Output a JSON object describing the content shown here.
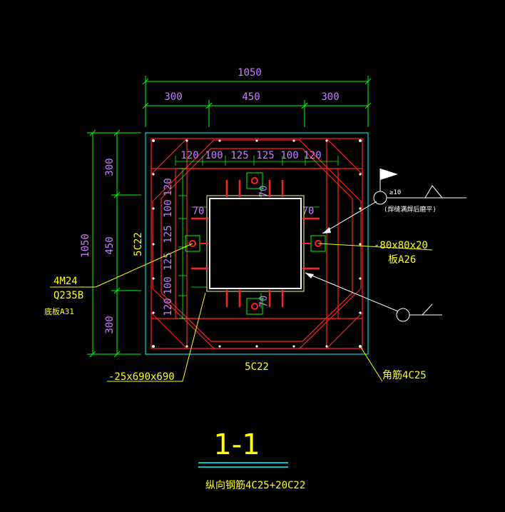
{
  "dimensions": {
    "top_total": "1050",
    "top_parts": [
      "300",
      "450",
      "300"
    ],
    "left_total": "1050",
    "left_parts": [
      "300",
      "450",
      "300"
    ],
    "inner_top": [
      "120",
      "100",
      "125",
      "125",
      "100",
      "120"
    ],
    "inner_left": [
      "120",
      "100",
      "125",
      "125",
      "100",
      "120"
    ],
    "gap": "70"
  },
  "labels": {
    "left_side_rebar": "5C22",
    "bottom_side_rebar": "5C22",
    "bolts": "4M24",
    "bolt_steel": "Q235B",
    "bolt_note": "底板A31",
    "plate": "-25x690x690",
    "stiffener": "-80x80x20",
    "stiffener_note": "板A26",
    "corner_rebar": "角筋4C25",
    "weld_size": "≥10",
    "weld_note": "(焊缝满焊后磨平)"
  },
  "section": {
    "title": "1-1",
    "subtitle": "纵向钢筋4C25+20C22"
  },
  "colors": {
    "dimension": "#00ff00",
    "dim_text": "#c77dff",
    "rebar": "#ff2222",
    "outline": "#00ffff",
    "label": "#ffff00",
    "steel": "#ffffff",
    "plate": "#ffff88"
  }
}
